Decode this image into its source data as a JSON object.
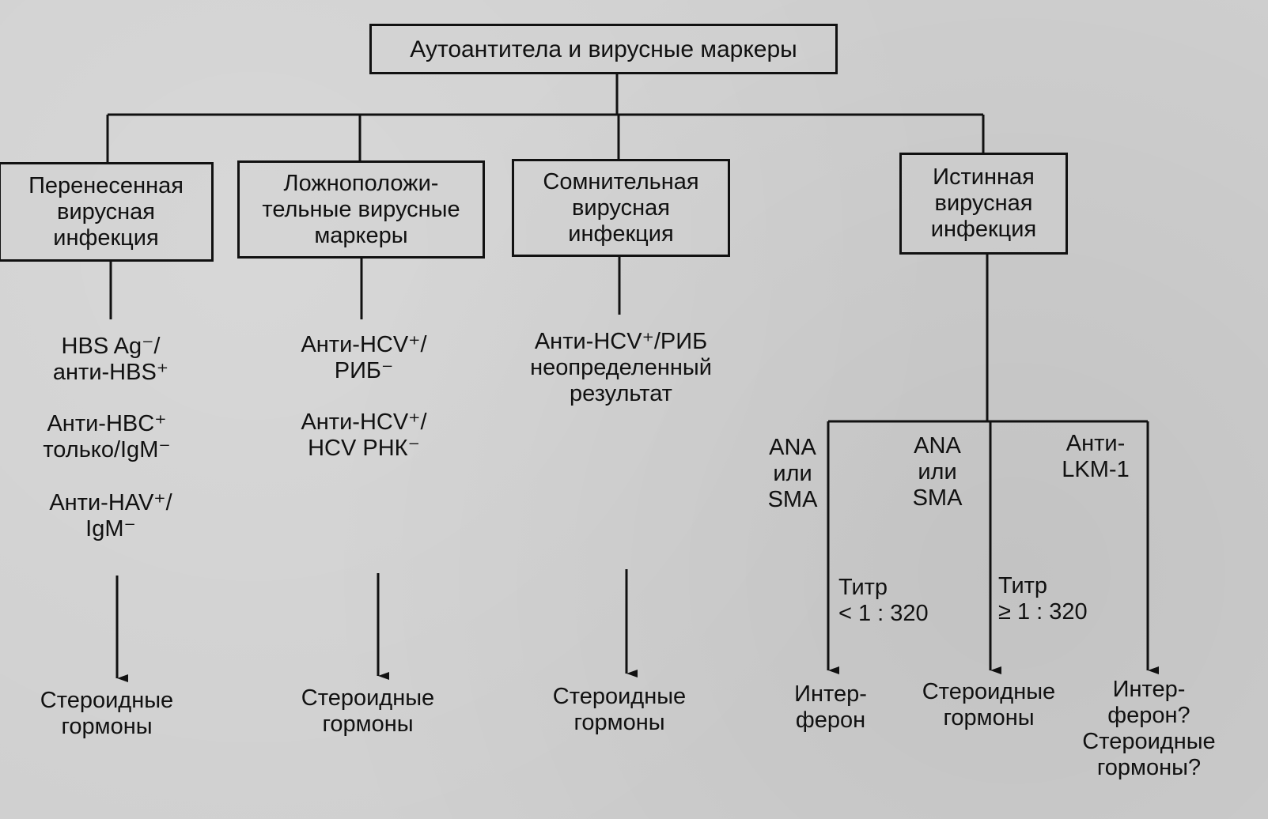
{
  "root": "Аутоантитела и вирусные маркеры",
  "categories": [
    "Перенесенная\nвирусная\nинфекция",
    "Ложноположи-\nтельные вирусные\nмаркеры",
    "Сомнительная\nвирусная\nинфекция",
    "Истинная\nвирусная\nинфекция"
  ],
  "markers": {
    "col1": [
      "HBS Ag⁻/\nанти-HBS⁺",
      "Анти-HBC⁺\nтолько/IgM⁻",
      "Анти-HAV⁺/\nIgM⁻"
    ],
    "col2": [
      "Анти-HCV⁺/\nРИБ⁻",
      "Анти-HCV⁺/\nHCV РНК⁻"
    ],
    "col3": [
      "Анти-HCV⁺/РИБ\nнеопределенный\nрезультат"
    ],
    "col4": [
      "ANA\nили\nSMA",
      "ANA\nили\nSMA",
      "Анти-\nLKM-1"
    ]
  },
  "titers": [
    "Титр\n< 1 : 320",
    "Титр\n≥ 1 : 320"
  ],
  "outcomes": [
    "Стероидные\nгормоны",
    "Стероидные\nгормоны",
    "Стероидные\nгормоны",
    "Интер-\nферон",
    "Стероидные\nгормоны",
    "Интер-\nферон?\nСтероидные\nгормоны?"
  ]
}
